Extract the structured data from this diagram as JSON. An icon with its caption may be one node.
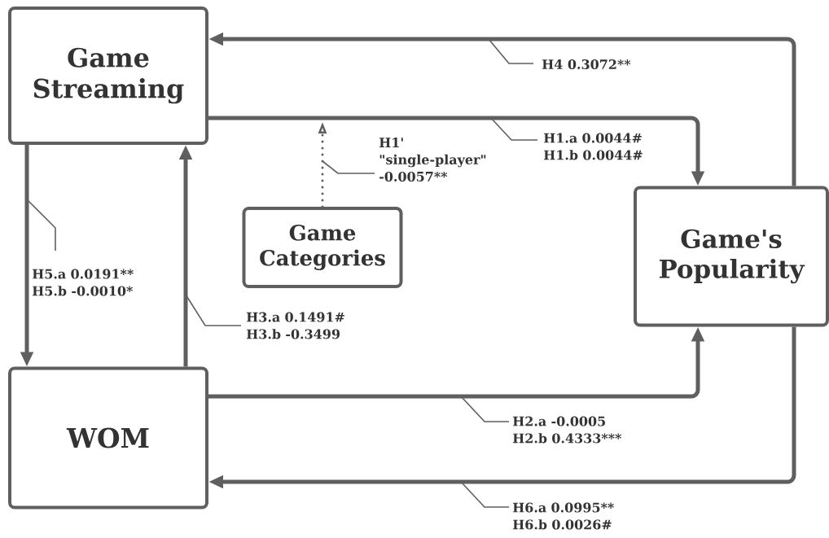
{
  "diagram": {
    "nodes": [
      {
        "text": [
          "Game Streaming"
        ]
      },
      {
        "text": [
          "Game Categories"
        ]
      },
      {
        "text": [
          "Game's Popularity"
        ]
      },
      {
        "text": [
          "WOM"
        ]
      }
    ],
    "edges": [
      {
        "from": 0,
        "to": 2,
        "arrow": "to",
        "label": "H1.a 0.0044# H1.b 0.0044#"
      },
      {
        "from": 3,
        "to": 2,
        "arrow": "to",
        "label": "H2.a -0.0005 H2.b 0.4333***"
      },
      {
        "from": 3,
        "to": 0,
        "arrow": "to",
        "label": "H3.a 0.1491# H3.b -0.3499"
      },
      {
        "from": 2,
        "to": 0,
        "arrow": "to",
        "label": "H4 0.3072**"
      },
      {
        "from": 0,
        "to": 3,
        "arrow": "to",
        "label": "H5.a 0.0191** H5.b -0.0010*"
      },
      {
        "from": 2,
        "to": 3,
        "arrow": "to",
        "label": "H6.a 0.0995** H6.b 0.0026#"
      },
      {
        "from": 1,
        "to": null,
        "arrow": "to",
        "label": "H1' \"single-player\" -0.0057**",
        "style": "dashed"
      }
    ]
  }
}
